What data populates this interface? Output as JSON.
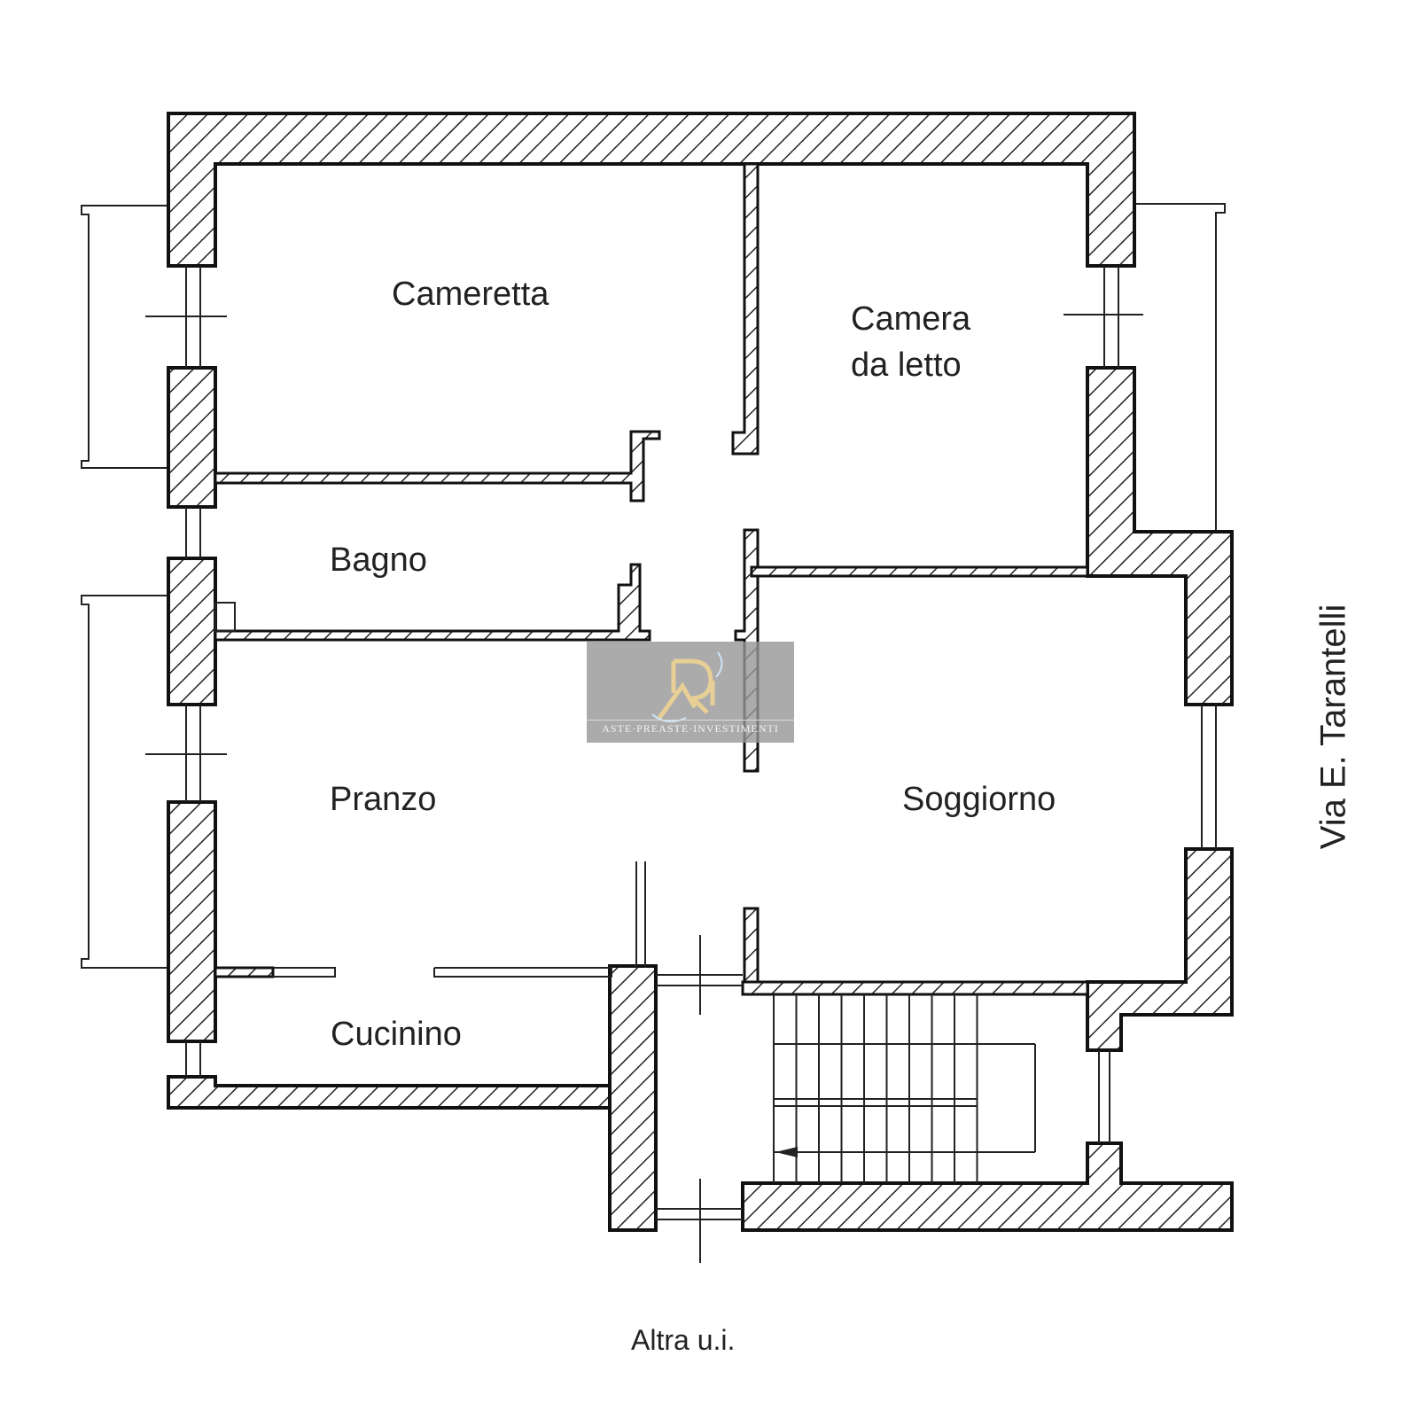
{
  "rooms": {
    "cameretta": "Cameretta",
    "camera_line1": "Camera",
    "camera_line2": "da letto",
    "bagno": "Bagno",
    "pranzo": "Pranzo",
    "soggiorno": "Soggiorno",
    "cucinino": "Cucinino"
  },
  "street_label": "Via E. Tarantelli",
  "neighbor_label": "Altra u.i.",
  "watermark": {
    "logo_letters": "RI",
    "text": "ASTE·PREASTE·INVESTIMENTI"
  }
}
